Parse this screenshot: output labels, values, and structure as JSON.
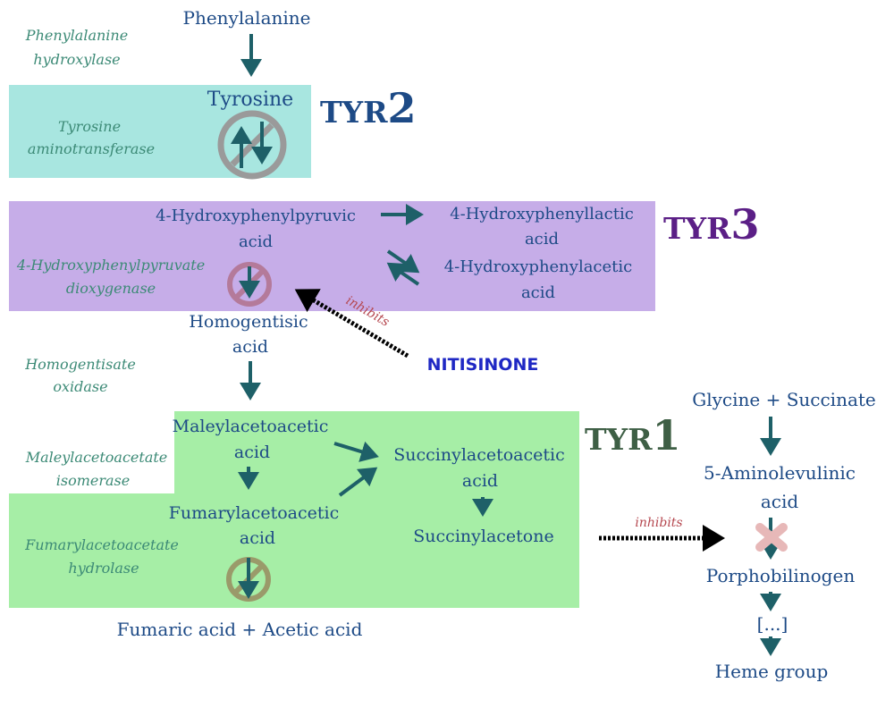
{
  "metabolites": {
    "phenylalanine": "Phenylalanine",
    "tyrosine": "Tyrosine",
    "hppa_line1": "4-Hydroxyphenylpyruvic",
    "hppa_line2": "acid",
    "hpla_line1": "4-Hydroxyphenyllactic",
    "hpla_line2": "acid",
    "hpaa_line1": "4-Hydroxyphenylacetic",
    "hpaa_line2": "acid",
    "hga_line1": "Homogentisic",
    "hga_line2": "acid",
    "maa_line1": "Maleylacetoacetic",
    "maa_line2": "acid",
    "faa_line1": "Fumarylacetoacetic",
    "faa_line2": "acid",
    "saa_line1": "Succinylacetoacetic",
    "saa_line2": "acid",
    "succinylacetone": "Succinylacetone",
    "fumaric_acetic": "Fumaric acid + Acetic acid",
    "glycine_succinate": "Glycine + Succinate",
    "ala_line1": "5-Aminolevulinic",
    "ala_line2": "acid",
    "porphobilinogen": "Porphobilinogen",
    "ellipsis": "[...]",
    "heme": "Heme group"
  },
  "enzymes": {
    "pah_line1": "Phenylalanine",
    "pah_line2": "hydroxylase",
    "tat_line1": "Tyrosine",
    "tat_line2": "aminotransferase",
    "hppd_line1": "4-Hydroxyphenylpyruvate",
    "hppd_line2": "dioxygenase",
    "hgd_line1": "Homogentisate",
    "hgd_line2": "oxidase",
    "mai_line1": "Maleylacetoacetate",
    "mai_line2": "isomerase",
    "fah_line1": "Fumarylacetoacetate",
    "fah_line2": "hydrolase"
  },
  "drug": "NITISINONE",
  "inhibits_label_1": "inhibits",
  "inhibits_label_2": "inhibits",
  "tyr_labels": {
    "tyr2": {
      "prefix": "TYR",
      "number": "2",
      "color": "#1d4a86"
    },
    "tyr3": {
      "prefix": "TYR",
      "number": "3",
      "color": "#5b1f86"
    },
    "tyr1": {
      "prefix": "TYR",
      "number": "1",
      "color": "#3e5f45"
    }
  },
  "colors": {
    "tyr2_box": "#a8e6e0",
    "tyr3_box": "#c6ade8",
    "tyr1_box": "#a6eea6",
    "arrow": "#1e6068",
    "blocked_tyr2": "#9a9a9a",
    "blocked_tyr3": "#b47a9a",
    "blocked_tyr1": "#9a9a6a",
    "blocked_porphyrin": "#e7b8b8"
  },
  "icons": {
    "blocked": "no-entry-slash-icon",
    "blocked_porphyrin": "cross-x-icon"
  }
}
